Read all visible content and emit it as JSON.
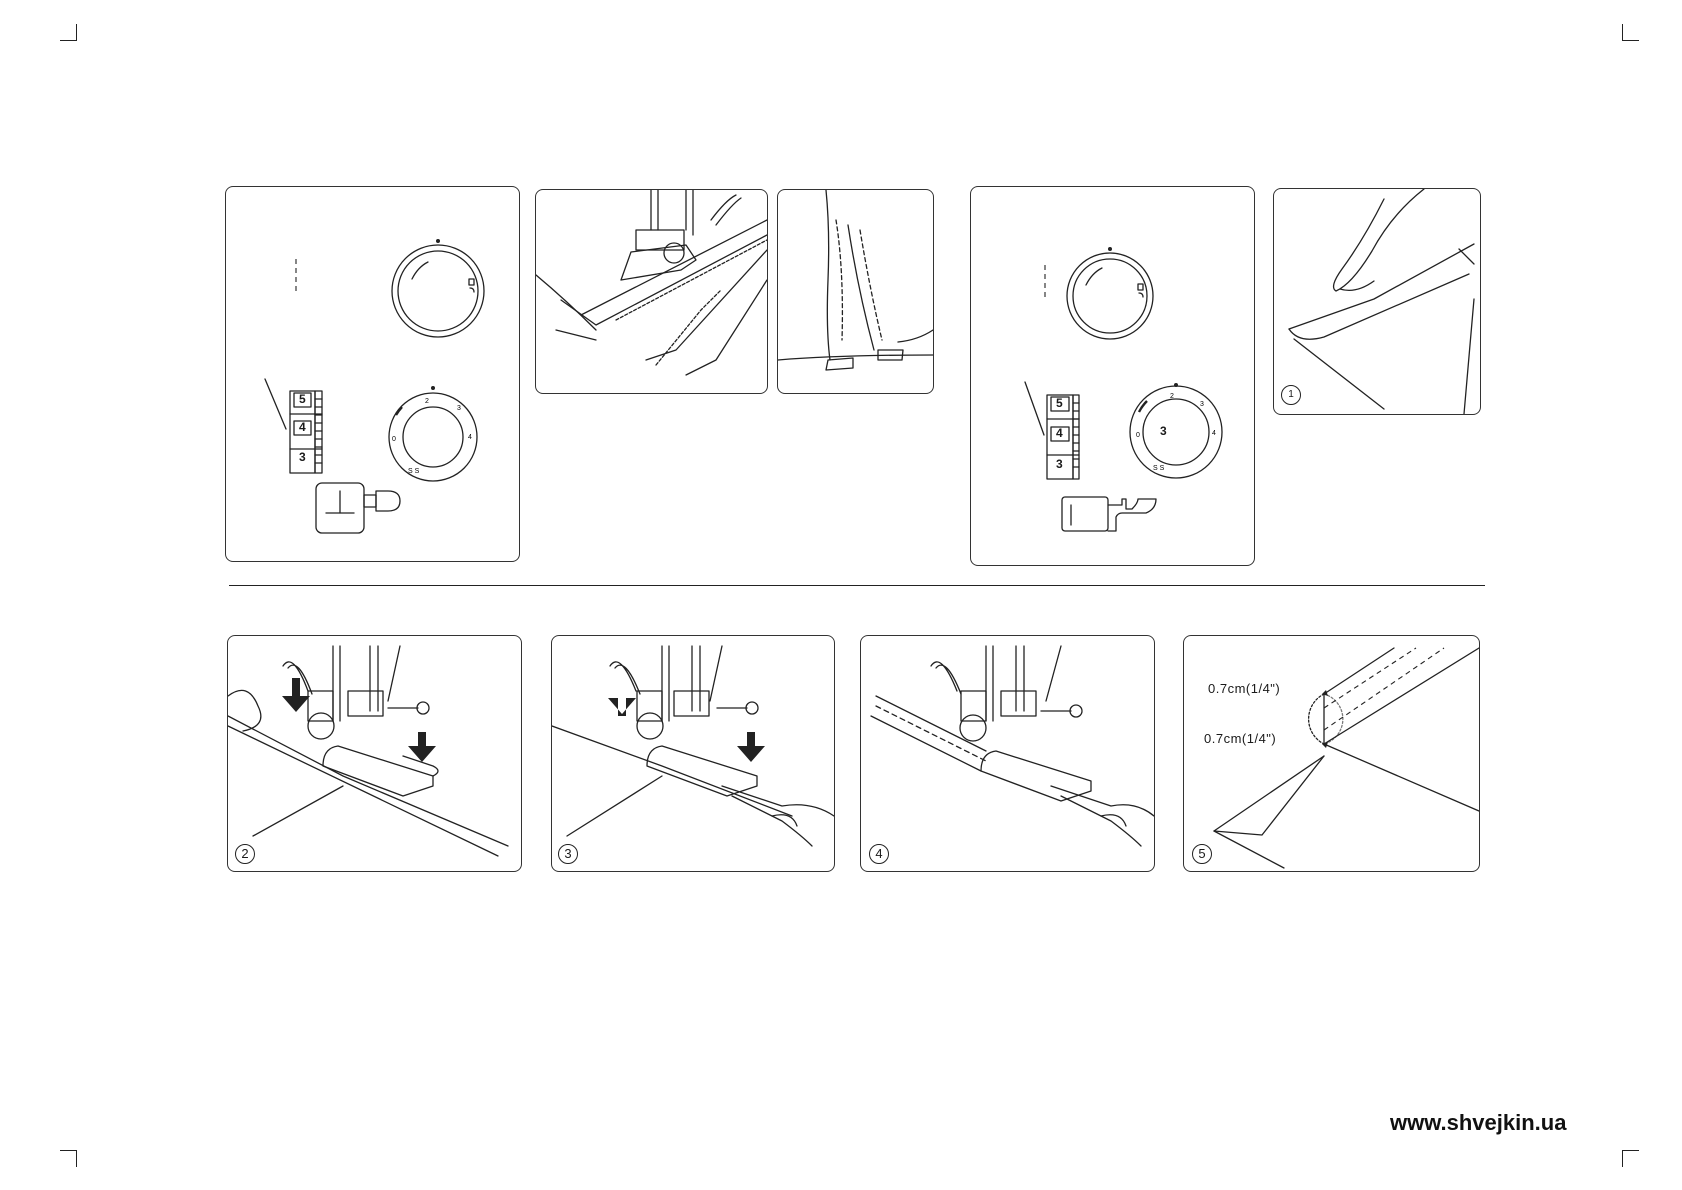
{
  "top_row": {
    "left_settings": {
      "pressure_dial_numbers": [
        "5",
        "4",
        "3"
      ]
    },
    "right_settings": {
      "pressure_dial_numbers": [
        "5",
        "4",
        "3"
      ],
      "stitch_width_value": "3"
    },
    "step_1_badge": "1"
  },
  "bottom_row": {
    "steps": [
      {
        "badge": "2"
      },
      {
        "badge": "3"
      },
      {
        "badge": "4"
      },
      {
        "badge": "5"
      }
    ],
    "measurements": [
      "0.7cm(1/4\")",
      "0.7cm(1/4\")"
    ]
  },
  "footer": {
    "website": "www.shvejkin.ua"
  }
}
